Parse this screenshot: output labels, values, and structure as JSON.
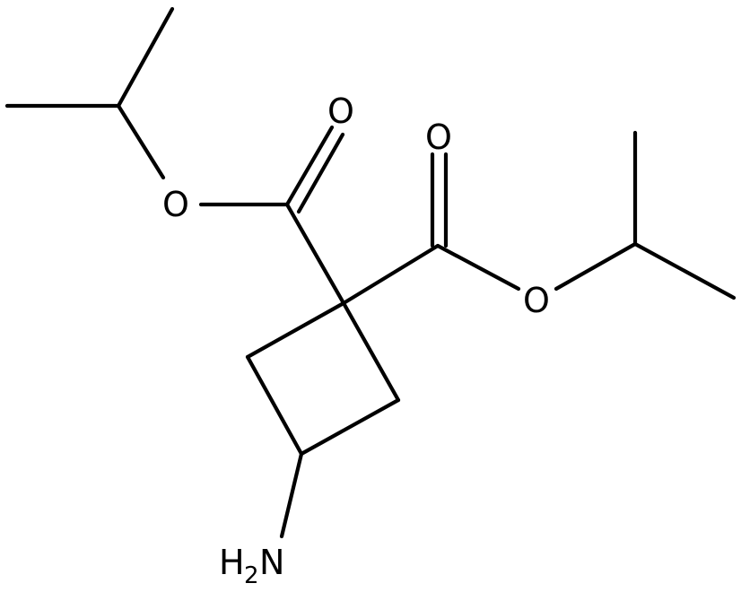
{
  "molecule": {
    "atoms": {
      "o_carbonyl_left": "O",
      "o_ester_left": "O",
      "o_carbonyl_right": "O",
      "o_ester_right": "O",
      "amine": {
        "main": "H",
        "sub": "2",
        "tail": "N"
      }
    }
  }
}
